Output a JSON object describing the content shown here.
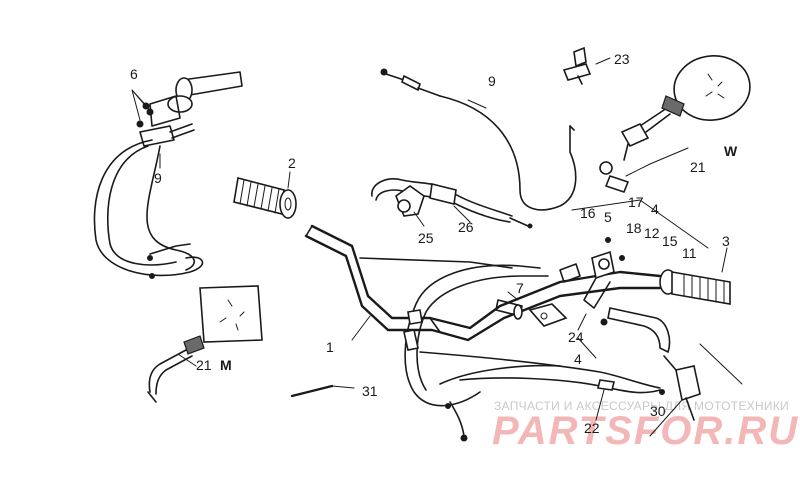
{
  "labels": {
    "n1": "1",
    "n2": "2",
    "n3": "3",
    "n4a": "4",
    "n4b": "4",
    "n5": "5",
    "n6": "6",
    "n7": "7",
    "n9a": "9",
    "n9b": "9",
    "n11": "11",
    "n12": "12",
    "n15": "15",
    "n16": "16",
    "n17": "17",
    "n18": "18",
    "n21a": "21",
    "n21b": "21",
    "n22": "22",
    "n23": "23",
    "n24": "24",
    "n25": "25",
    "n26": "26",
    "n30": "30",
    "n31": "31",
    "W": "W",
    "M": "M"
  },
  "watermark": {
    "tagline": "ЗАПЧАСТИ И АКСЕССУАРЫ ДЛЯ МОТОТЕХНИКИ",
    "brand": "PARTSFOR.RU"
  },
  "colors": {
    "line": "#1a1a1a",
    "watermark_brand": "#f3b7b7",
    "watermark_tagline": "#c9c9c9"
  }
}
